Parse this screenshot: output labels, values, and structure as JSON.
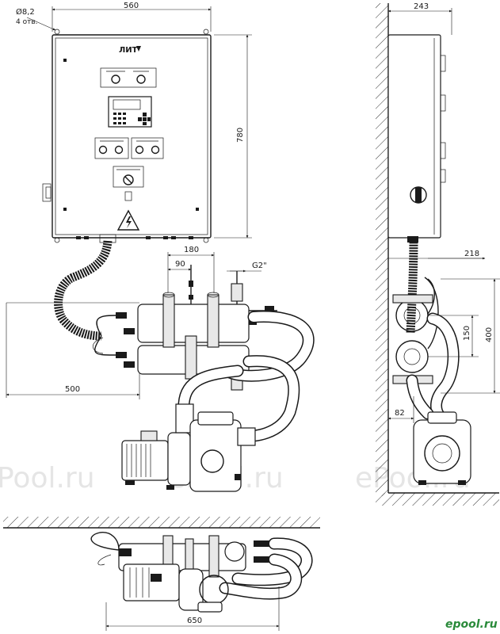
{
  "front_view": {
    "hole_diameter": "Ø8,2",
    "hole_count": "4 отв.",
    "width": "560",
    "height": "780",
    "brand": "ЛИТ",
    "spacing_180": "180",
    "spacing_90": "90",
    "thread": "G2\"",
    "length_500": "500"
  },
  "side_view": {
    "depth": "243",
    "offset_218": "218",
    "pitch_150": "150",
    "height_400": "400",
    "offset_82": "82"
  },
  "top_view": {
    "length_650": "650"
  },
  "watermarks": [
    "Pool.ru",
    "ePool.ru",
    "ePool.ru"
  ],
  "corner_logo": "epool.ru"
}
